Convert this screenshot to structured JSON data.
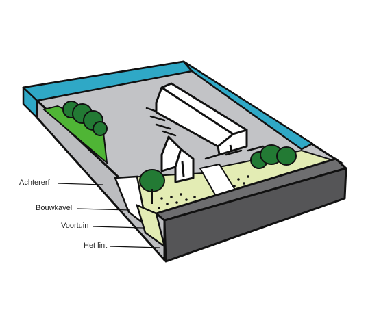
{
  "labels": {
    "achtererf": "Achtererf",
    "bouwkavel": "Bouwkavel",
    "voortuin": "Voortuin",
    "het_lint": "Het lint"
  },
  "colors": {
    "water": "#2fa8c6",
    "ground": "#c2c3c6",
    "lawn": "#e3ecb4",
    "meadow": "#4fb535",
    "tree": "#237a34",
    "road_top": "#6e6e70",
    "road_side": "#555557",
    "building": "#ffffff",
    "outline": "#111111"
  }
}
